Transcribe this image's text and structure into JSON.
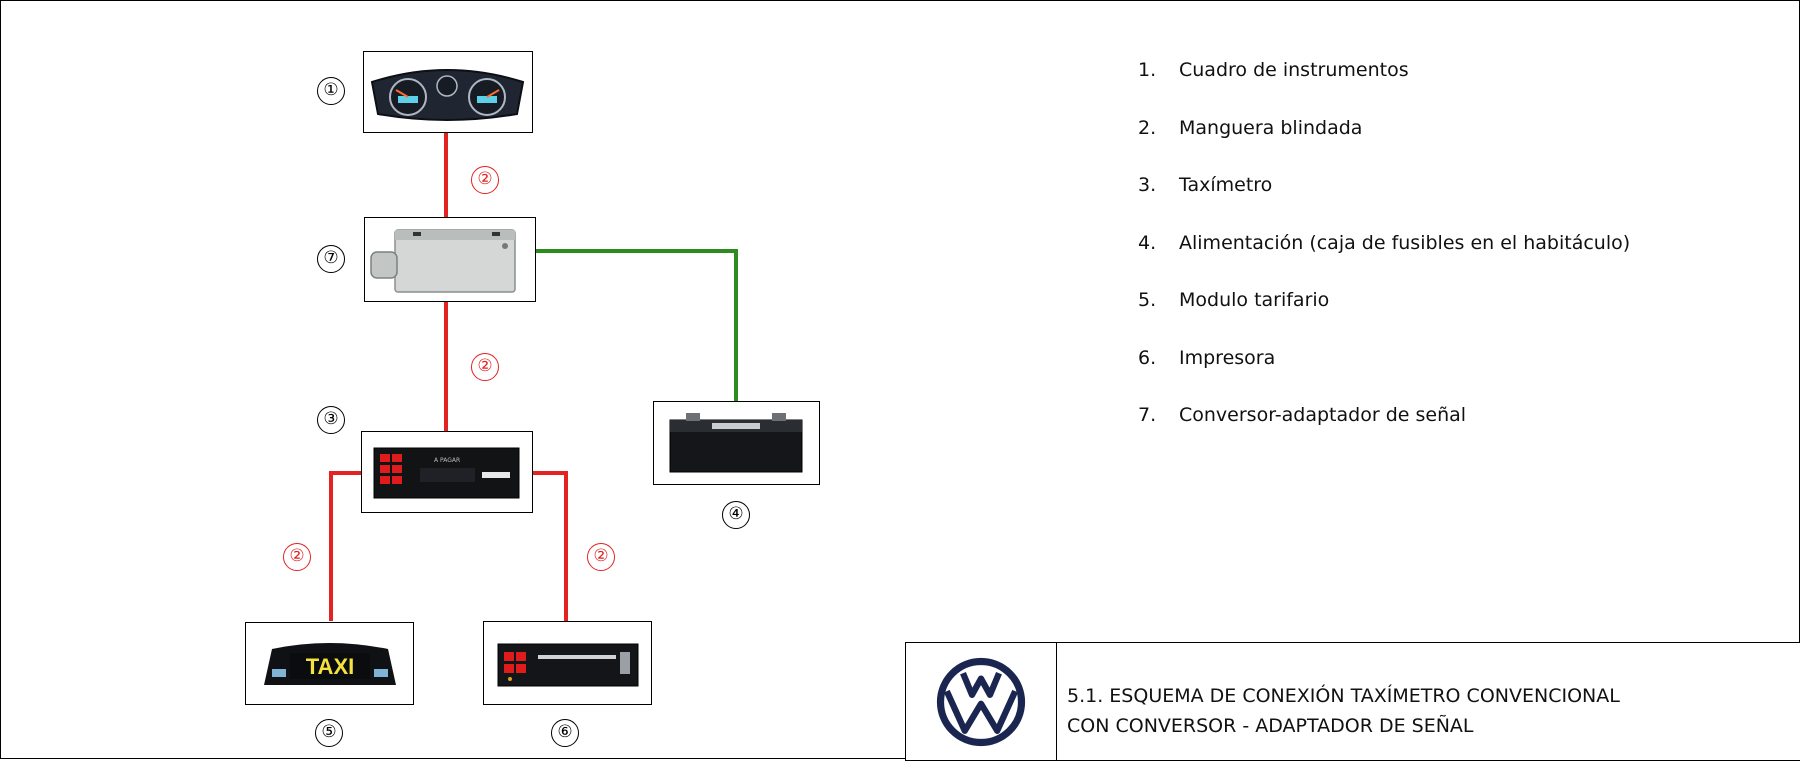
{
  "diagram": {
    "nodes": [
      {
        "id": 1,
        "label": "①",
        "name": "Cuadro de instrumentos"
      },
      {
        "id": 7,
        "label": "⑦",
        "name": "Conversor-adaptador de señal"
      },
      {
        "id": 3,
        "label": "③",
        "name": "Taxímetro"
      },
      {
        "id": 4,
        "label": "④",
        "name": "Alimentación (caja de fusibles en el habitáculo)"
      },
      {
        "id": 5,
        "label": "⑤",
        "name": "Modulo tarifario"
      },
      {
        "id": 6,
        "label": "⑥",
        "name": "Impresora"
      }
    ],
    "connections": [
      {
        "from": 1,
        "to": 7,
        "label": "②",
        "color": "#e32222"
      },
      {
        "from": 7,
        "to": 3,
        "label": "②",
        "color": "#e32222"
      },
      {
        "from": 3,
        "to": 5,
        "label": "②",
        "color": "#e32222"
      },
      {
        "from": 3,
        "to": 6,
        "label": "②",
        "color": "#e32222"
      },
      {
        "from": 7,
        "to": 4,
        "label": "",
        "color": "#2e8b1f"
      }
    ],
    "images": {
      "taxi_sign_text": "TAXI",
      "taximeter_text": "A PAGAR"
    }
  },
  "legend": [
    {
      "num": "1.",
      "text": "Cuadro de instrumentos"
    },
    {
      "num": "2.",
      "text": "Manguera blindada"
    },
    {
      "num": "3.",
      "text": "Taxímetro"
    },
    {
      "num": "4.",
      "text": "Alimentación (caja de fusibles en el habitáculo)"
    },
    {
      "num": "5.",
      "text": "Modulo tarifario"
    },
    {
      "num": "6.",
      "text": "Impresora"
    },
    {
      "num": "7.",
      "text": "Conversor-adaptador de señal"
    }
  ],
  "footer": {
    "logo": "vw-logo",
    "title_line1": "5.1. ESQUEMA DE CONEXIÓN TAXÍMETRO CONVENCIONAL",
    "title_line2": "CON CONVERSOR - ADAPTADOR DE SEÑAL",
    "logo_color": "#1a2650"
  },
  "colors": {
    "cable_red": "#e32222",
    "cable_green": "#2e8b1f"
  }
}
